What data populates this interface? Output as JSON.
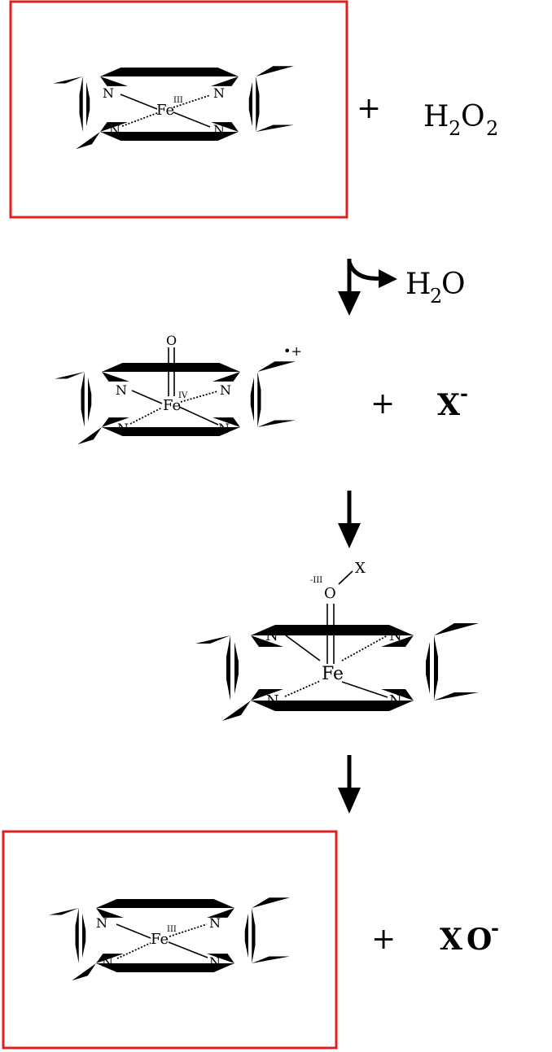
{
  "species": {
    "resting": {
      "metal": "Fe",
      "oxidation": "III",
      "nitrogen": "N"
    },
    "compound_i": {
      "metal": "Fe",
      "oxidation": "IV",
      "oxo": "O",
      "radical": "•+",
      "nitrogen": "N"
    },
    "intermediate": {
      "metal": "Fe",
      "oxygen": "O",
      "oxygen_charge": "-III",
      "substituent": "X",
      "nitrogen": "N"
    }
  },
  "reagents": {
    "plus": "+",
    "peroxide": {
      "H": "H",
      "sub2": "2",
      "O": "O"
    },
    "water": {
      "H": "H",
      "sub2": "2",
      "O": "O"
    },
    "halide": {
      "symbol": "X",
      "charge": "-"
    },
    "product": {
      "X": "X",
      "O": "O",
      "charge": "-"
    }
  },
  "colors": {
    "frame": "#e02020",
    "ring": "#bdbdbd",
    "bonds": "#000000"
  }
}
